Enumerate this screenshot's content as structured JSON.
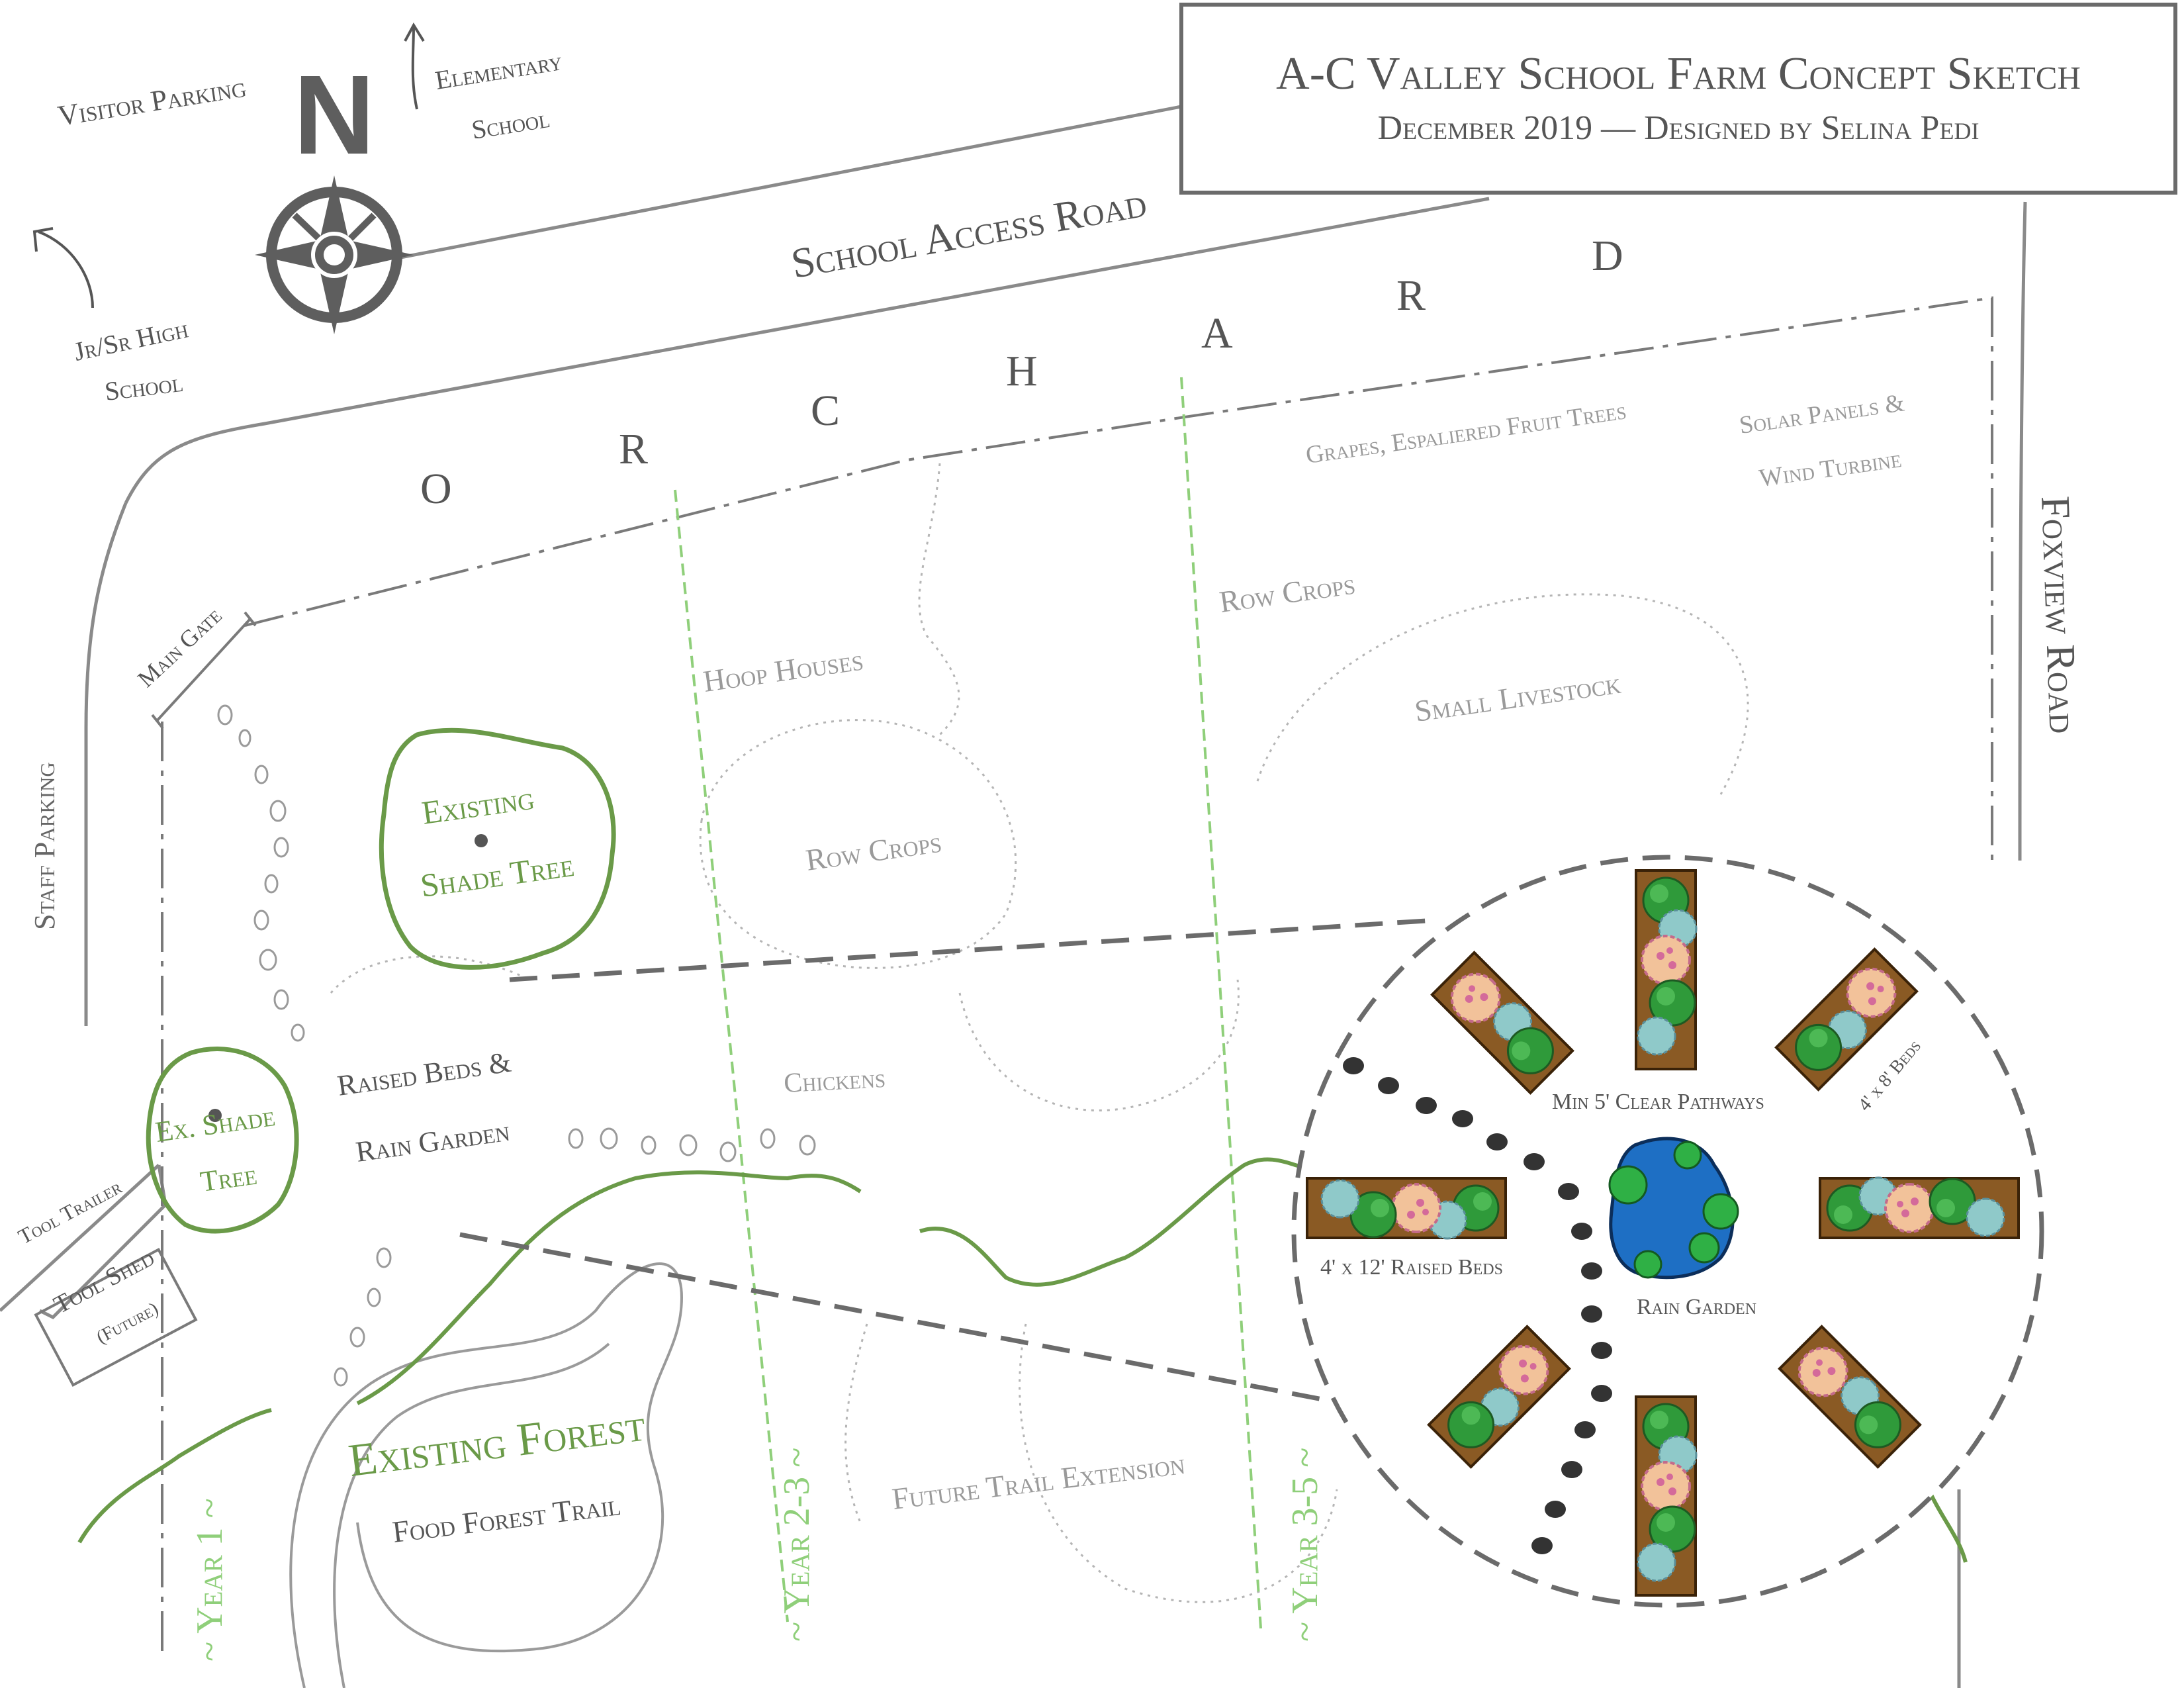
{
  "title": "A-C Valley School Farm Concept Sketch",
  "subtitle": "December 2019 — Designed by Selina Pedi",
  "compass": {
    "letter": "N",
    "icon": "compass-rose-icon"
  },
  "places": {
    "visitor_parking": "Visitor Parking",
    "elementary_school_1": "Elementary",
    "elementary_school_2": "School",
    "jrsr_high_1": "Jr/Sr High",
    "jrsr_high_2": "School",
    "school_access_road": "School Access Road",
    "foxview_road": "Foxview Road",
    "staff_parking": "Staff Parking",
    "main_gate": "Main Gate",
    "tool_trailer": "Tool Trailer",
    "tool_shed": "Tool Shed",
    "tool_shed_note": "(Future)"
  },
  "orchard_letters": [
    "O",
    "R",
    "C",
    "H",
    "A",
    "R",
    "D"
  ],
  "zones": {
    "grapes": "Grapes, Espaliered Fruit Trees",
    "solar_1": "Solar Panels &",
    "solar_2": "Wind Turbine",
    "hoop_houses": "Hoop Houses",
    "row_crops_upper": "Row Crops",
    "row_crops_middle": "Row Crops",
    "small_livestock": "Small Livestock",
    "existing_shade_1": "Existing",
    "existing_shade_2": "Shade Tree",
    "ex_shade_1": "Ex. Shade",
    "ex_shade_2": "Tree",
    "raised_beds_1": "Raised Beds &",
    "raised_beds_2": "Rain Garden",
    "chickens": "Chickens",
    "existing_forest": "Existing Forest",
    "food_forest_trail": "Food Forest Trail",
    "future_trail": "Future Trail Extension"
  },
  "phases": [
    "~ Year 1 ~",
    "~ Year 2-3 ~",
    "~ Year 3-5 ~"
  ],
  "detail": {
    "pathways": "Min 5' Clear Pathways",
    "beds_small": "4' x 8' Beds",
    "beds_large": "4' x 12' Raised Beds",
    "rain_garden": "Rain Garden"
  },
  "colors": {
    "pencil": "#8a8a8a",
    "text_dark": "#555555",
    "text_light": "#9a9a9a",
    "green": "#6a9a48",
    "phase_green": "#8fcf7a",
    "bed_brown": "#7a4a1e",
    "water_blue": "#1e6fc4"
  }
}
